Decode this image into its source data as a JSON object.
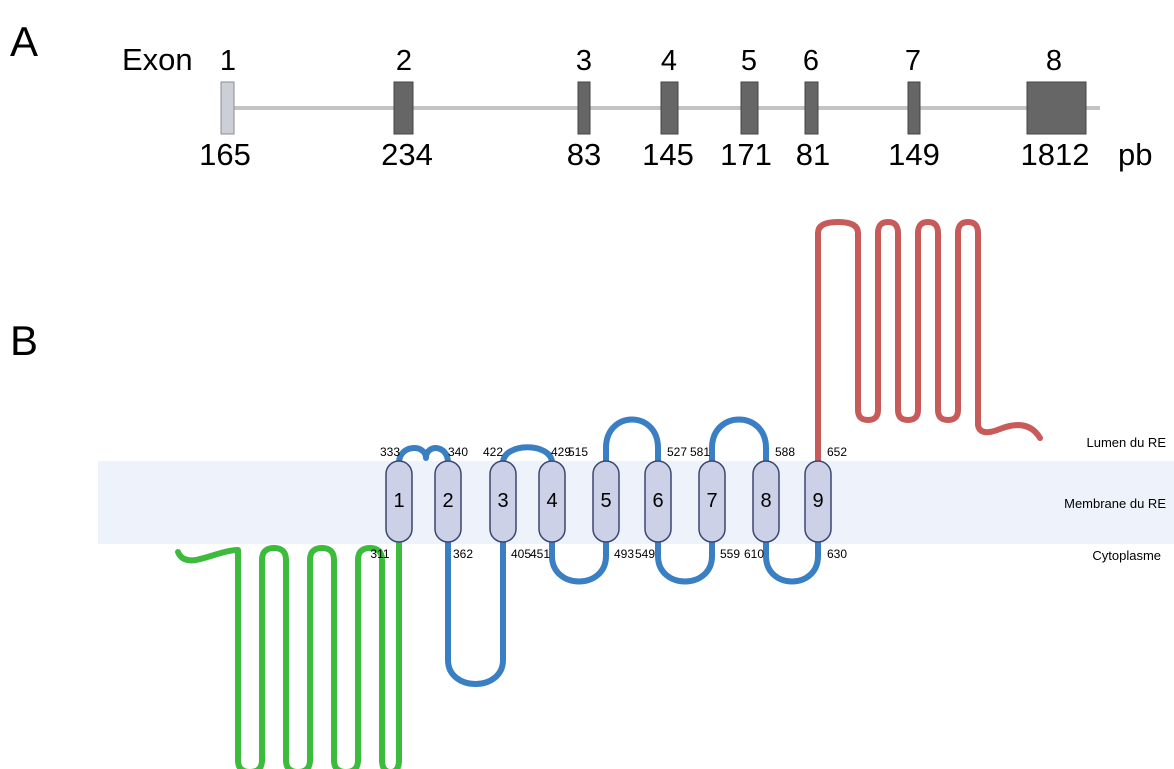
{
  "panel_a": {
    "letter": "A",
    "exon_label": "Exon",
    "unit": "pb",
    "exons": [
      {
        "number": "1",
        "size": "165"
      },
      {
        "number": "2",
        "size": "234"
      },
      {
        "number": "3",
        "size": "83"
      },
      {
        "number": "4",
        "size": "145"
      },
      {
        "number": "5",
        "size": "171"
      },
      {
        "number": "6",
        "size": "81"
      },
      {
        "number": "7",
        "size": "149"
      },
      {
        "number": "8",
        "size": "1812"
      }
    ]
  },
  "panel_b": {
    "letter": "B",
    "regions": {
      "lumen": "Lumen du RE",
      "membrane": "Membrane du RE",
      "cytoplasm": "Cytoplasme"
    },
    "tm_segments": [
      {
        "number": "1",
        "top_residue": "333",
        "bottom_residue": "311"
      },
      {
        "number": "2",
        "top_residue": "340",
        "bottom_residue": "362"
      },
      {
        "number": "3",
        "top_residue": "422",
        "bottom_residue": "405"
      },
      {
        "number": "4",
        "top_residue": "429",
        "bottom_residue": "451"
      },
      {
        "number": "5",
        "top_residue": "515",
        "bottom_residue": "493"
      },
      {
        "number": "6",
        "top_residue": "527",
        "bottom_residue": "549"
      },
      {
        "number": "7",
        "top_residue": "581",
        "bottom_residue": "559"
      },
      {
        "number": "8",
        "top_residue": "588",
        "bottom_residue": "610"
      },
      {
        "number": "9",
        "top_residue": "652",
        "bottom_residue": "630"
      }
    ],
    "colors": {
      "n_terminal": "#3dbb3d",
      "tm_loops": "#3a7fc4",
      "c_terminal": "#c85a5a",
      "tm_box_fill": "#ccd1e8",
      "tm_box_stroke": "#3c4670",
      "membrane_band": "#eef3fb",
      "exon_1": "#ccd0d6",
      "exon_other": "#666666",
      "intron_line": "#c4c4c4"
    }
  }
}
